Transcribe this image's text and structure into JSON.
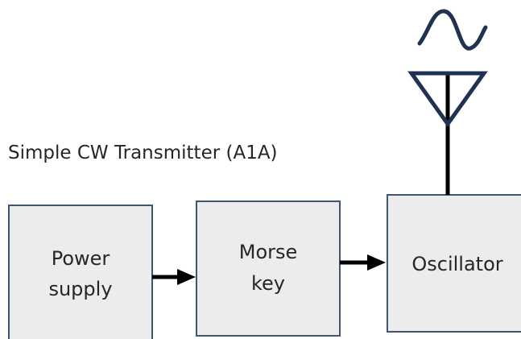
{
  "title": "Simple CW Transmitter (A1A)",
  "blocks": {
    "power_supply": {
      "lines": [
        "Power",
        "supply"
      ]
    },
    "morse_key": {
      "lines": [
        "Morse",
        "key"
      ]
    },
    "oscillator": {
      "lines": [
        "Oscillator"
      ]
    }
  },
  "colors": {
    "block_fill": "#ececec",
    "block_border": "#3f5573",
    "antenna": "#1f3251",
    "wire": "#000000",
    "text": "#262626"
  }
}
